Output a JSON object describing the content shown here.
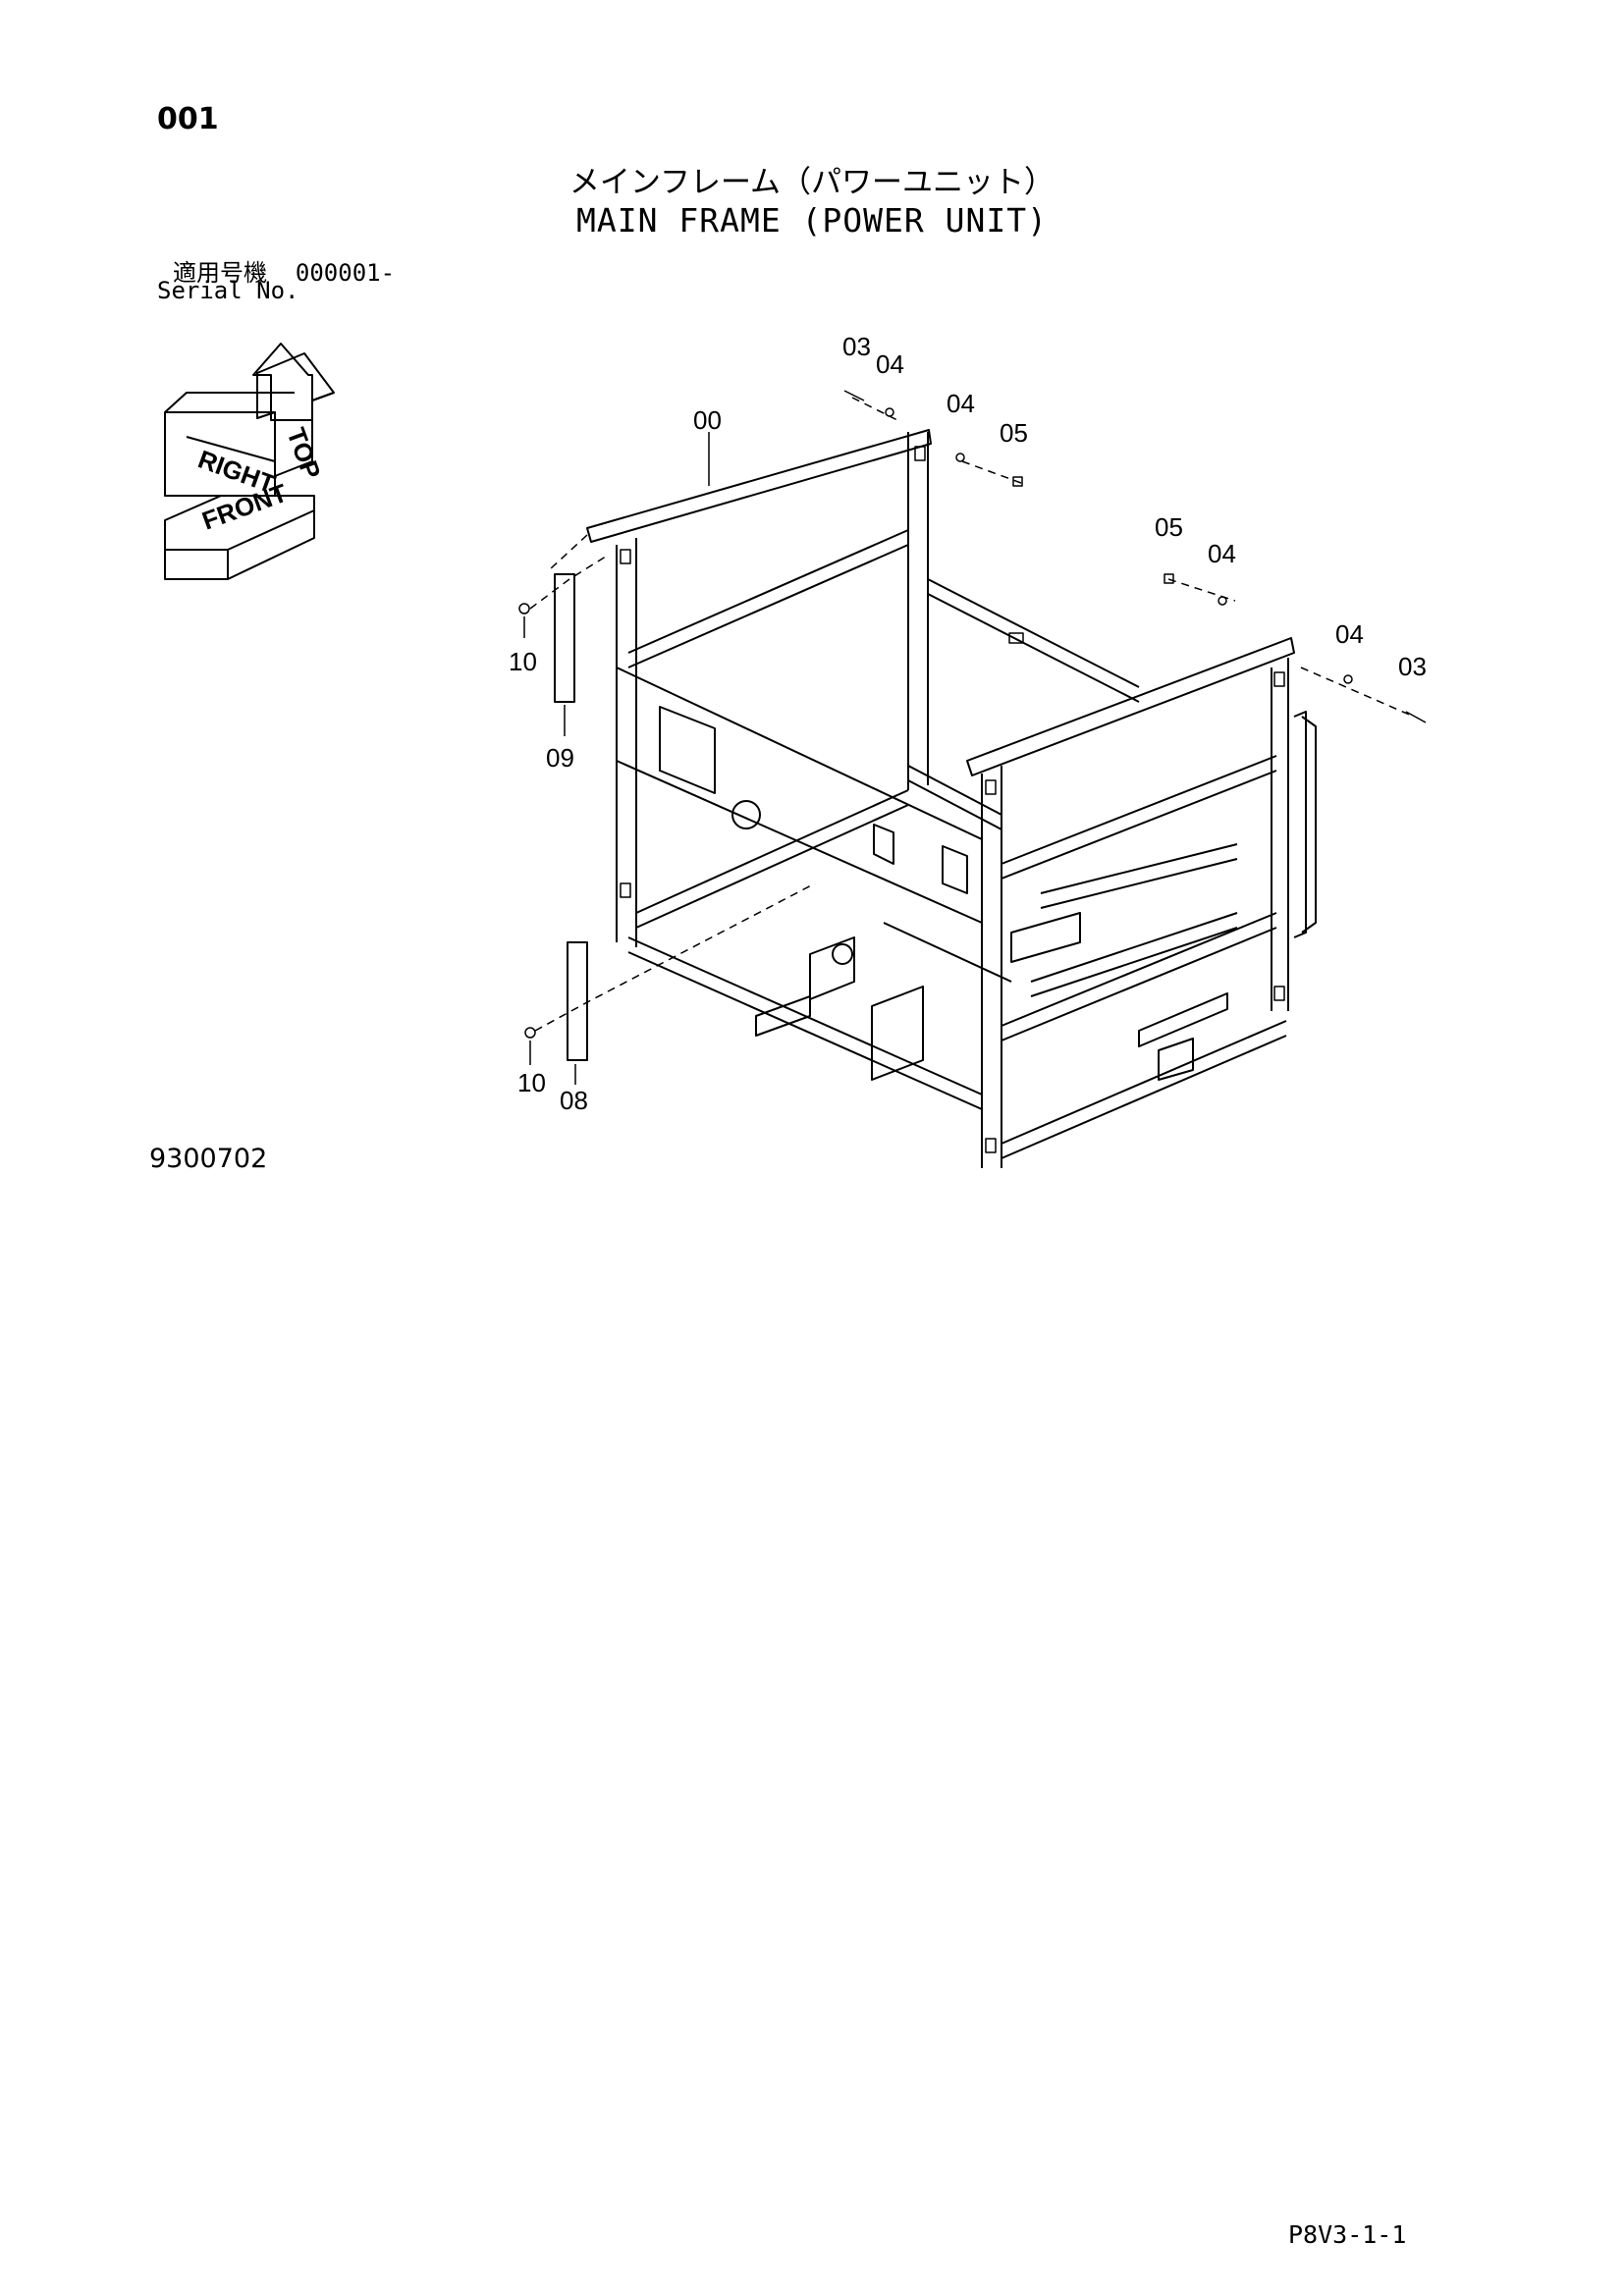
{
  "page_number": "001",
  "title_japanese": "メインフレーム（パワーユニット）",
  "title_english": "MAIN FRAME (POWER UNIT)",
  "serial": {
    "label_japanese": "適用号機",
    "value": "000001-",
    "label_english": "Serial No."
  },
  "orientation_cube": {
    "top": "TOP",
    "right": "RIGHT",
    "front": "FRONT"
  },
  "callouts": {
    "main_frame": "00",
    "bolt_top_left": "03",
    "washer_top_left_a": "04",
    "washer_top_left_b": "04",
    "nut_top_left": "05",
    "nut_top_right": "05",
    "washer_top_right_a": "04",
    "washer_top_right_b": "04",
    "bolt_top_right": "03",
    "screw_upper": "10",
    "plate_upper": "09",
    "screw_lower": "10",
    "plate_lower": "08"
  },
  "drawing_number": "9300702",
  "sheet_id": "P8V3-1-1"
}
